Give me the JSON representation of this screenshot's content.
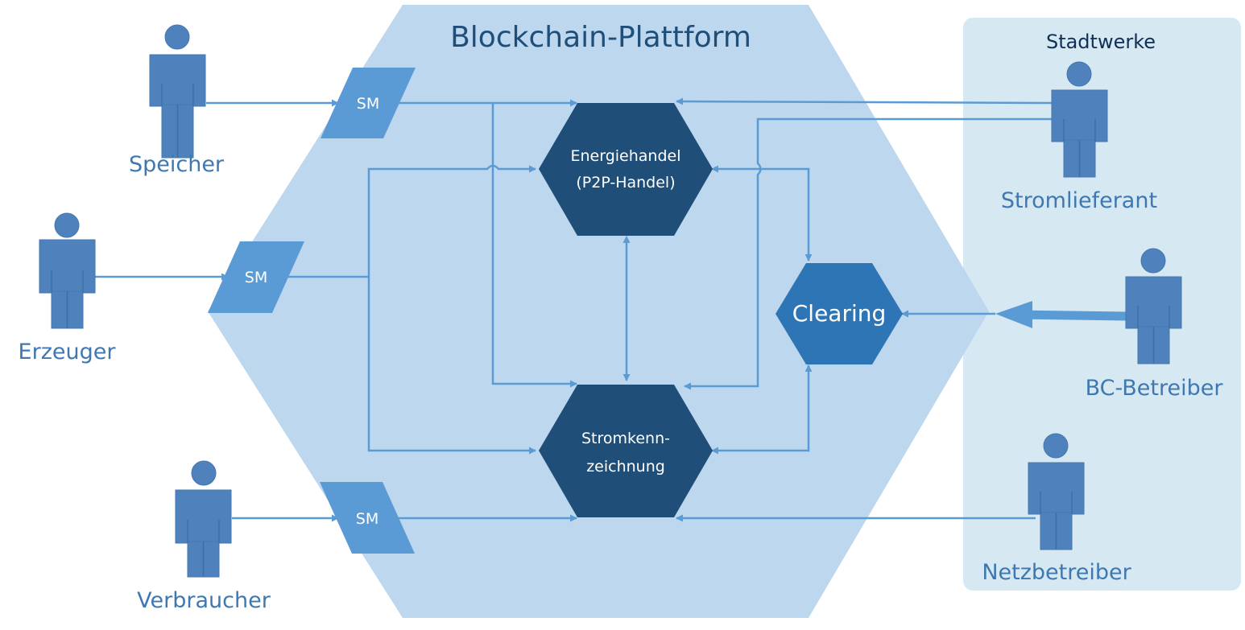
{
  "platform": {
    "title": "Blockchain-Plattform"
  },
  "utility_group": {
    "title": "Stadtwerke"
  },
  "actors": {
    "speicher": "Speicher",
    "erzeuger": "Erzeuger",
    "verbraucher": "Verbraucher",
    "stromlieferant": "Stromlieferant",
    "bc_betreiber": "BC-Betreiber",
    "netzbetreiber": "Netzbetreiber"
  },
  "smart_meters": {
    "label": "SM"
  },
  "processes": {
    "energiehandel": {
      "line1": "Energiehandel",
      "line2": "(P2P-Handel)"
    },
    "stromkennzeichnung": {
      "line1": "Stromkenn-",
      "line2": "zeichnung"
    },
    "clearing": {
      "label": "Clearing"
    }
  },
  "colors": {
    "platform_fill": "#bdd7ee",
    "group_fill": "#d6e9f3",
    "person": "#4f81bd",
    "sm_fill": "#5b9bd5",
    "process_dark": "#1f4e79",
    "process_clearing": "#2e75b6",
    "connector": "#5b9bd5"
  }
}
